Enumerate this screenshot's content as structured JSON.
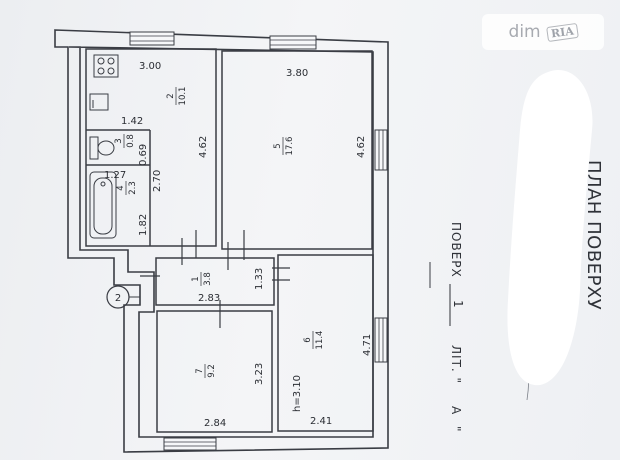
{
  "plan": {
    "title": "ПЛАН ПОВЕРХУ",
    "floor_label": "ПОВЕРХ",
    "floor_number": "1",
    "lit_label": "ЛІТ. \"",
    "lit_value": "А",
    "lit_close": "\"",
    "axis_number": "2",
    "height_label": "h=3.10"
  },
  "rooms": [
    {
      "number": "2",
      "area": "10.1"
    },
    {
      "number": "3",
      "area": "0.8"
    },
    {
      "number": "4",
      "area": "2.3"
    },
    {
      "number": "5",
      "area": "17.6"
    },
    {
      "number": "1",
      "area": "3.8"
    },
    {
      "number": "6",
      "area": "11.4"
    },
    {
      "number": "7",
      "area": "9.2"
    }
  ],
  "dimensions": {
    "kitchen_width": "3.00",
    "kitchen_length": "4.62",
    "room5_width": "3.80",
    "room5_length": "4.62",
    "wc_width": "1.42",
    "wc_length": "0.69",
    "bath_width": "1.27",
    "bath_side": "2.70",
    "bath_length": "1.82",
    "hall_width": "2.83",
    "hall_length": "1.33",
    "room6_length": "4.71",
    "room6_width": "2.41",
    "room7_length": "3.23",
    "room7_width": "2.84"
  },
  "watermark": {
    "text": "dim",
    "badge": "RIA"
  },
  "colors": {
    "ink": "#2a2d33",
    "paper": "#f1f2f4",
    "redaction": "#ffffff"
  }
}
